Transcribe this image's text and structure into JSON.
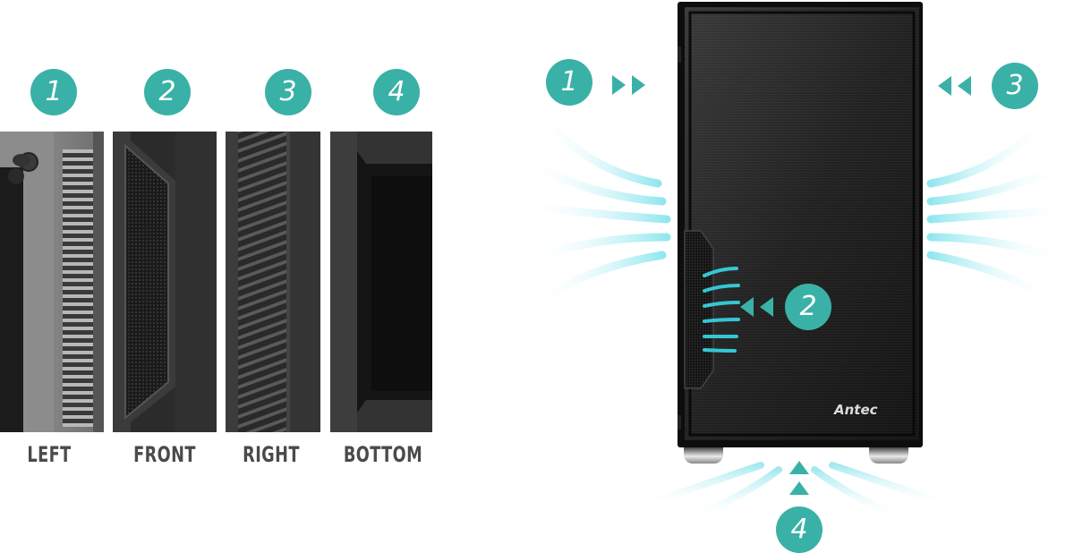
{
  "panels": [
    {
      "num": "1",
      "label": "LEFT"
    },
    {
      "num": "2",
      "label": "FRONT"
    },
    {
      "num": "3",
      "label": "RIGHT"
    },
    {
      "num": "4",
      "label": "BOTTOM"
    }
  ],
  "case": {
    "brand": "Antec",
    "badges": {
      "left": "1",
      "front": "2",
      "right": "3",
      "bottom": "4"
    }
  },
  "colors": {
    "accent": "#3ab1a7",
    "airflow": "#7fe3ec",
    "case": "#1a1a1a"
  }
}
